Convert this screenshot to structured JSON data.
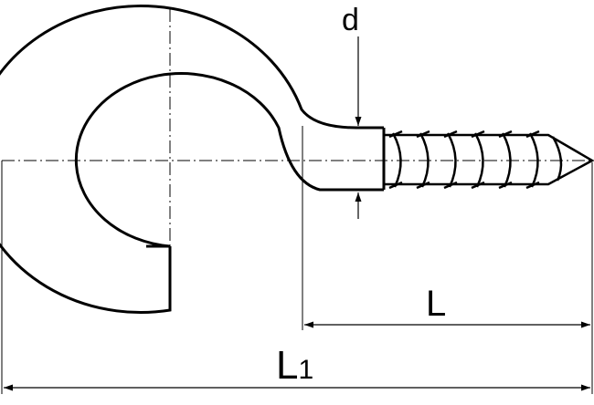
{
  "labels": {
    "d": "d",
    "L": "L",
    "L1_main": "L",
    "L1_sub": "1"
  },
  "colors": {
    "stroke": "#000000",
    "background": "#ffffff"
  }
}
